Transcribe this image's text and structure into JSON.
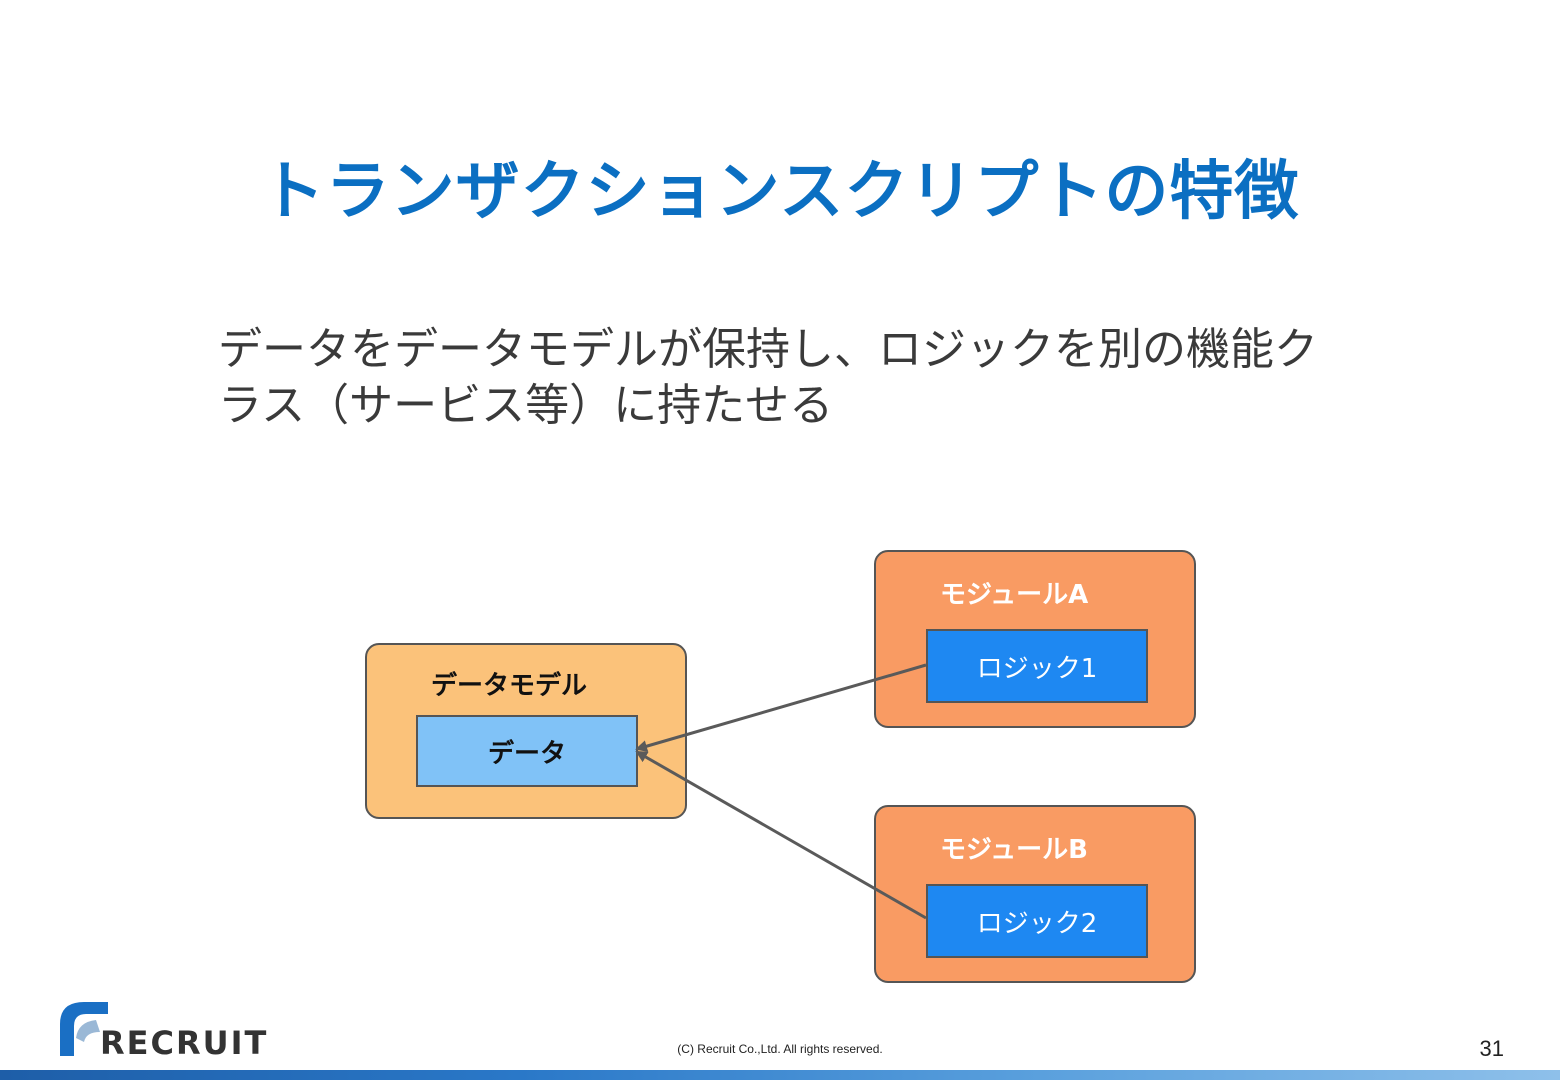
{
  "slide": {
    "title": "トランザクションスクリプトの特徴",
    "body": "データをデータモデルが保持し、ロジックを別の機能クラス（サービス等）に持たせる",
    "page_number": "31",
    "copyright": "(C) Recruit Co.,Ltd. All rights reserved.",
    "logo_text": "RECRUIT"
  },
  "diagram": {
    "data_model": {
      "label": "データモデル",
      "inner": "データ"
    },
    "module_a": {
      "label": "モジュールA",
      "inner": "ロジック1"
    },
    "module_b": {
      "label": "モジュールB",
      "inner": "ロジック2"
    },
    "arrows": [
      {
        "from": "ロジック1",
        "to": "データ"
      },
      {
        "from": "ロジック2",
        "to": "データ"
      }
    ]
  },
  "colors": {
    "title": "#0b6fc2",
    "data_model_fill": "#fbc27a",
    "data_fill": "#80c2f7",
    "module_fill": "#f99b63",
    "logic_fill": "#1e88f2",
    "arrow": "#5a5a5a"
  }
}
